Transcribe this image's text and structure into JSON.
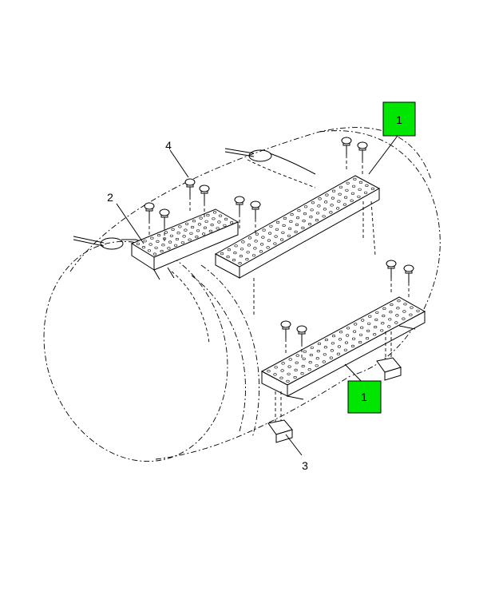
{
  "diagram": {
    "callouts": [
      {
        "id": "c1a",
        "label": "1",
        "highlight": true
      },
      {
        "id": "c1b",
        "label": "1",
        "highlight": true
      },
      {
        "id": "c2",
        "label": "2",
        "highlight": false
      },
      {
        "id": "c3",
        "label": "3",
        "highlight": false
      },
      {
        "id": "c4",
        "label": "4",
        "highlight": false
      }
    ],
    "highlight_color": "#00e600"
  }
}
